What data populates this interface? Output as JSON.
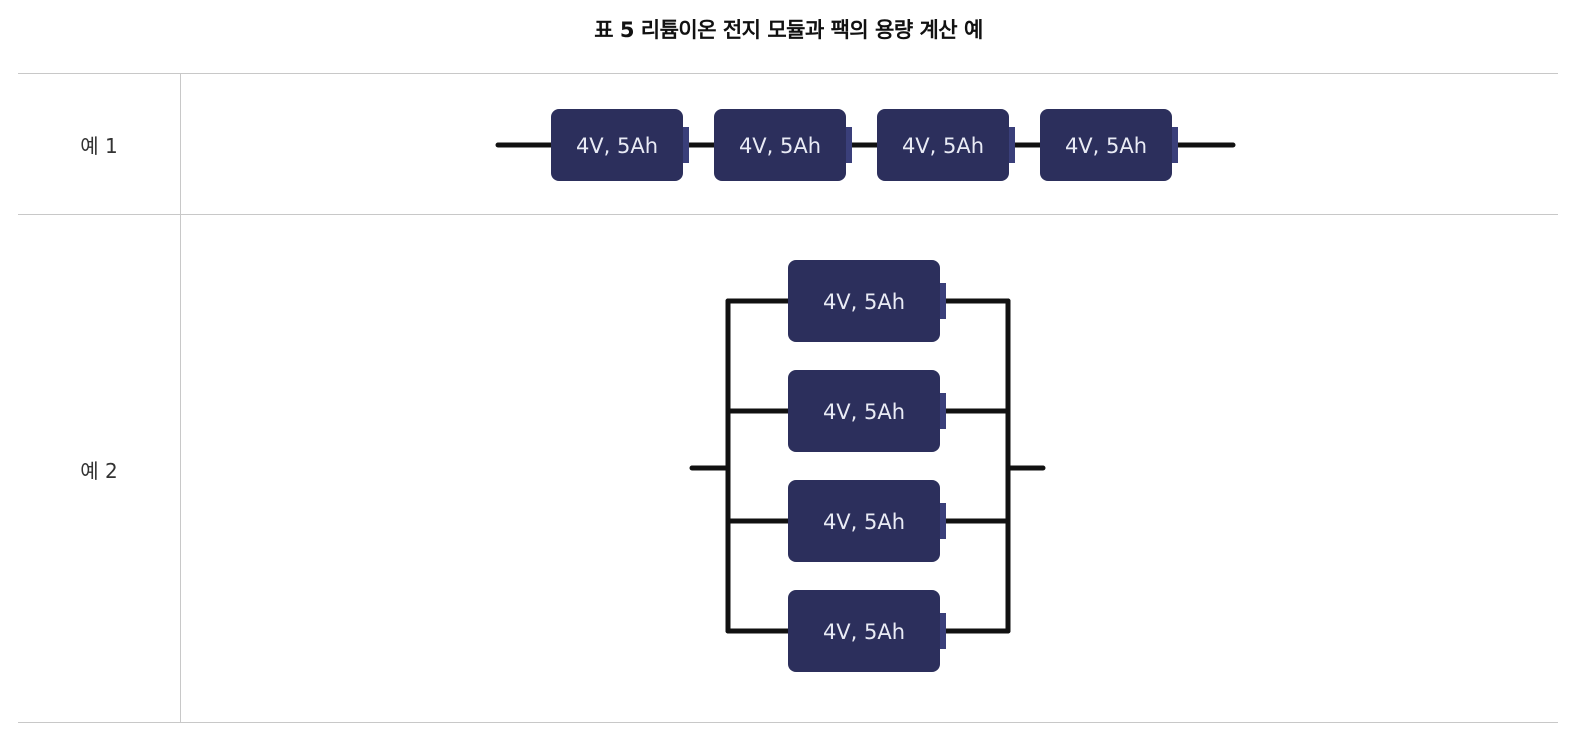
{
  "title": "표 5 리튬이온 전지 모듈과 팩의 용량 계산 예",
  "colors": {
    "cell_fill": "#2c2f5c",
    "cell_text": "#e9ebf5",
    "terminal": "#3a3f7a",
    "wire": "#111111",
    "border": "#c8c8c8"
  },
  "rows": [
    {
      "label": "예 1",
      "arrangement": "series",
      "cells": [
        "4V, 5Ah",
        "4V, 5Ah",
        "4V, 5Ah",
        "4V, 5Ah"
      ]
    },
    {
      "label": "예 2",
      "arrangement": "parallel",
      "cells": [
        "4V, 5Ah",
        "4V, 5Ah",
        "4V, 5Ah",
        "4V, 5Ah"
      ]
    }
  ]
}
